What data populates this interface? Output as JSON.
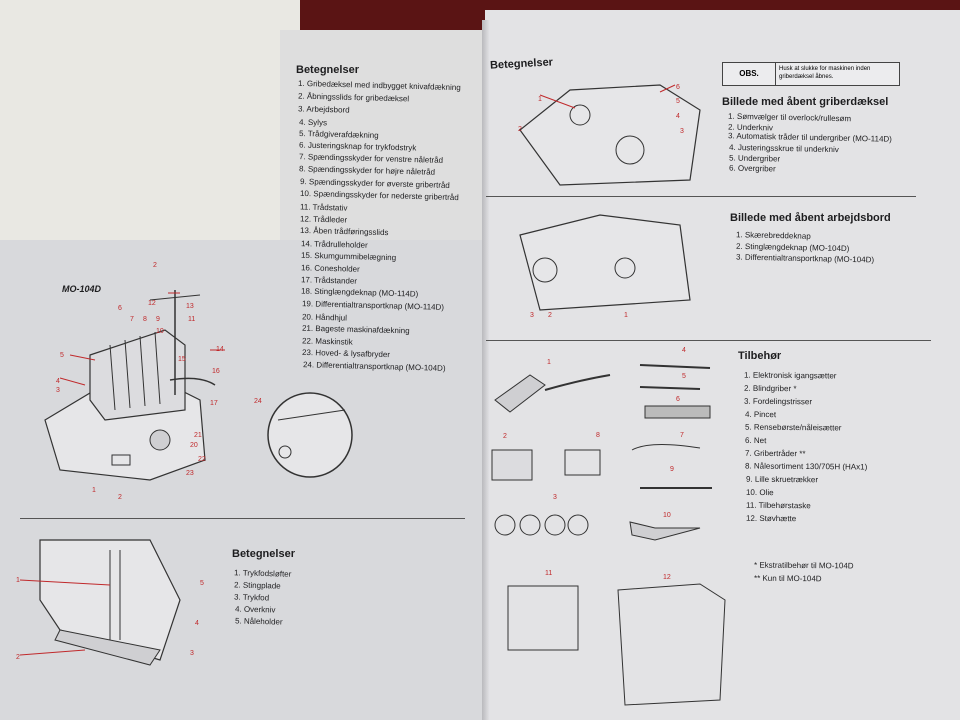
{
  "page1": {
    "heading": "Betegnelser",
    "items": [
      "1. Gribedæksel med indbygget knivafdækning",
      "2. Åbningsslids for gribedæksel",
      "3. Arbejdsbord",
      "4. Sylys",
      "5. Trådgiverafdækning",
      "6. Justeringsknap for trykfodstryk",
      "7. Spændingsskyder for venstre nåletråd",
      "8. Spændingsskyder for højre nåletråd",
      "9. Spændingsskyder for øverste gribertråd",
      "10. Spændingsskyder for nederste gribertråd",
      "11. Trådstativ",
      "12. Trådleder",
      "13. Åben trådføringsslids",
      "14. Trådrulleholder",
      "15. Skumgummibelægning",
      "16. Conesholder",
      "17. Trådstander",
      "18. Stinglængdeknap (MO-114D)",
      "19. Differentialtransportknap (MO-114D)",
      "20. Håndhjul",
      "21. Bageste maskinafdækning",
      "22. Maskinstik",
      "23. Hoved- & lysafbryder",
      "24. Differentialtransportknap (MO-104D)"
    ],
    "model_label": "MO-104D",
    "callouts": [
      "2",
      "12",
      "13",
      "6",
      "7",
      "8",
      "9",
      "11",
      "10",
      "5",
      "15",
      "14",
      "16",
      "4",
      "3",
      "17",
      "24",
      "21",
      "20",
      "22",
      "23",
      "1",
      "2"
    ]
  },
  "page1_lower": {
    "heading": "Betegnelser",
    "items": [
      "1. Trykfodsløfter",
      "2. Stingplade",
      "3. Trykfod",
      "4. Overkniv",
      "5. Nåleholder"
    ],
    "callouts": [
      "1",
      "5",
      "4",
      "2",
      "3"
    ]
  },
  "page2": {
    "heading": "Betegnelser",
    "obs_label": "OBS.",
    "obs_text": "Husk at slukke for maskinen inden griberdæksel åbnes.",
    "section1": {
      "title": "Billede med åbent griberdæksel",
      "items": [
        "1. Sømvælger til overlock/rullesøm",
        "2. Underkniv",
        "3. Automatisk tråder til undergriber (MO-114D)",
        "4. Justeringsskrue til underkniv",
        "5. Undergriber",
        "6. Overgriber"
      ],
      "callouts": [
        "1",
        "2",
        "6",
        "5",
        "4",
        "3"
      ]
    },
    "section2": {
      "title": "Billede med åbent arbejdsbord",
      "items": [
        "1. Skærebreddeknap",
        "2. Stinglængdeknap (MO-104D)",
        "3. Differentialtransportknap (MO-104D)"
      ],
      "callouts": [
        "3",
        "2",
        "1"
      ]
    },
    "section3": {
      "title": "Tilbehør",
      "items": [
        "1. Elektronisk igangsætter",
        "2. Blindgriber *",
        "3. Fordelingstrisser",
        "4. Pincet",
        "5. Rensebørste/nåleisætter",
        "6. Net",
        "7. Gribertråder **",
        "8. Nålesortiment 130/705H (HAx1)",
        "9. Lille skruetrækker",
        "10. Olie",
        "11. Tilbehørstaske",
        "12. Støvhætte"
      ],
      "notes": [
        "* Ekstratilbehør til MO-104D",
        "** Kun til MO-104D"
      ],
      "callouts": [
        "1",
        "4",
        "5",
        "6",
        "2",
        "8",
        "7",
        "9",
        "3",
        "10",
        "11",
        "12"
      ]
    }
  },
  "colors": {
    "callout": "#c0292b",
    "paper": "#e3e3e5",
    "cloth": "#e9e8e3",
    "background": "#5a1414",
    "warning": "#c0292b"
  },
  "icons": [
    "serger-machine-drawing",
    "needle-area-drawing",
    "looper-area-drawing",
    "foot-pedal-icon",
    "accessory-drawings"
  ]
}
